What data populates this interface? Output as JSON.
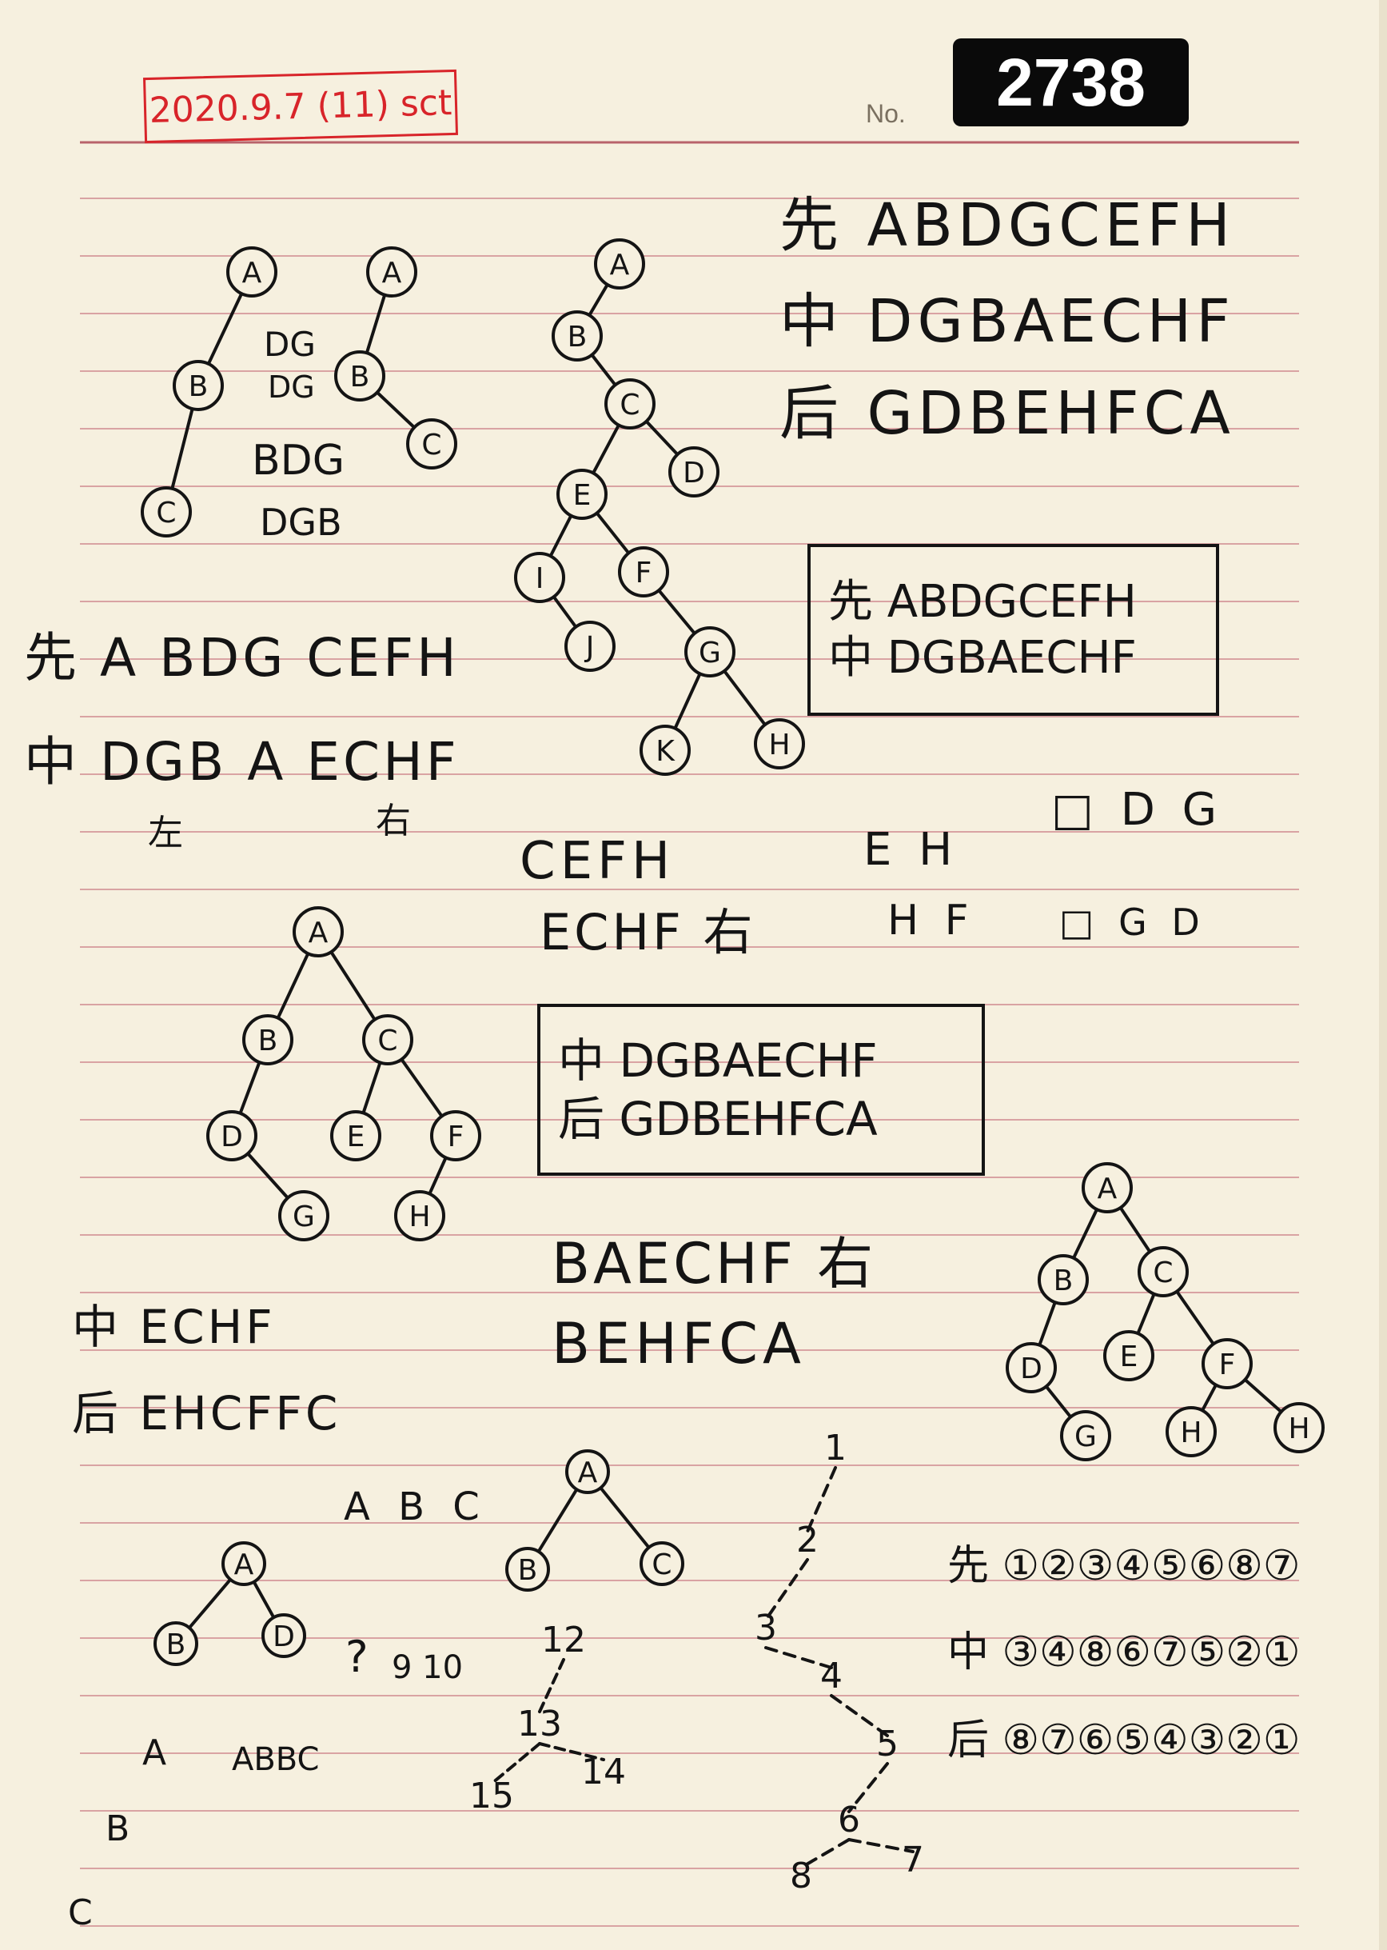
{
  "header": {
    "date_stamp": "2020.9.7 (11) sct",
    "no_label": "No.",
    "page_number": "2738"
  },
  "colors": {
    "paper": "#f6f0df",
    "rule_lines": "#d9a3a3",
    "ink": "#141414",
    "stamp_red": "#d8242a",
    "number_badge": "#0a0a0a"
  },
  "traversals": {
    "pre": "先 ABDGCEFH",
    "in": "中 DGBAECHF",
    "post": "后 GDBEHFCA"
  },
  "box_top": {
    "line1": "先 ABDGCEFH",
    "line2": "中 DGBAECHF"
  },
  "box_mid": {
    "line1": "中 DGBAECHF",
    "line2": "后 GDBEHFCA"
  },
  "split": {
    "pre": "先 A BDG CEFH",
    "in": "中 DGB A ECHF",
    "left_label": "左",
    "right_label": "右"
  },
  "notes": {
    "bdg_1": "DG",
    "bdg_2": "DG",
    "bdg_3": "BDG",
    "bdg_4": "DGB",
    "cefh_1": "CEFH",
    "echf_1": "ECHF 右",
    "baechf": "BAECHF 右",
    "behfca": "BEHFCA",
    "in_echf": "中 ECHF",
    "post_ehcffc": "后 EHCFFC",
    "sub_h": "H",
    "sub_hf": "H F",
    "sub_pre": "E H",
    "sub_dg": "□ D G",
    "sub_gd": "□ G D"
  },
  "numbered": {
    "pre": "先 ①②③④⑤⑥⑧⑦",
    "in": "中 ③④⑧⑥⑦⑤②①",
    "post": "后 ⑧⑦⑥⑤④③②①"
  },
  "labels_left": {
    "abc_circles": "A B C",
    "question": "?",
    "nums_9_10": "9 10",
    "chain_a": "A",
    "chain_b": "B",
    "chain_c": "C",
    "abbc": "ABBC"
  }
}
